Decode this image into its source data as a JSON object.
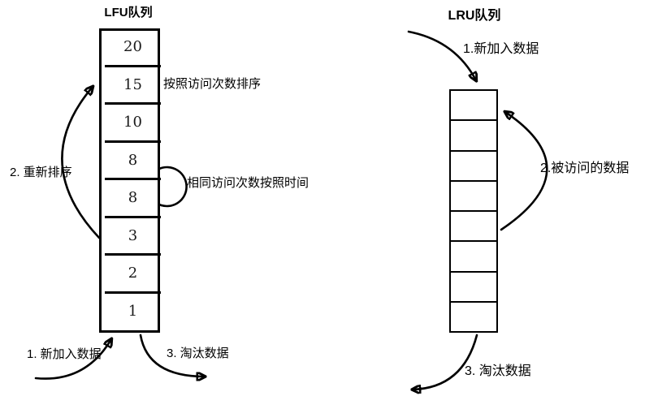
{
  "lfu": {
    "title": "LFU队列",
    "cells": [
      "20",
      "15",
      "10",
      "8",
      "8",
      "3",
      "2",
      "1"
    ],
    "label_sort": "按照访问次数排序",
    "label_reorder": "2. 重新排序",
    "label_same_time": "相同访问次数按照时间",
    "label_new": "1. 新加入数据",
    "label_evict": "3. 淘汰数据"
  },
  "lru": {
    "title": "LRU队列",
    "cells": [
      "",
      "",
      "",
      "",
      "",
      "",
      "",
      ""
    ],
    "label_new": "1.新加入数据",
    "label_accessed": "2.被访问的数据",
    "label_evict": "3. 淘汰数据"
  },
  "colors": {
    "line": "#000000",
    "background": "#ffffff",
    "text": "#000000"
  }
}
